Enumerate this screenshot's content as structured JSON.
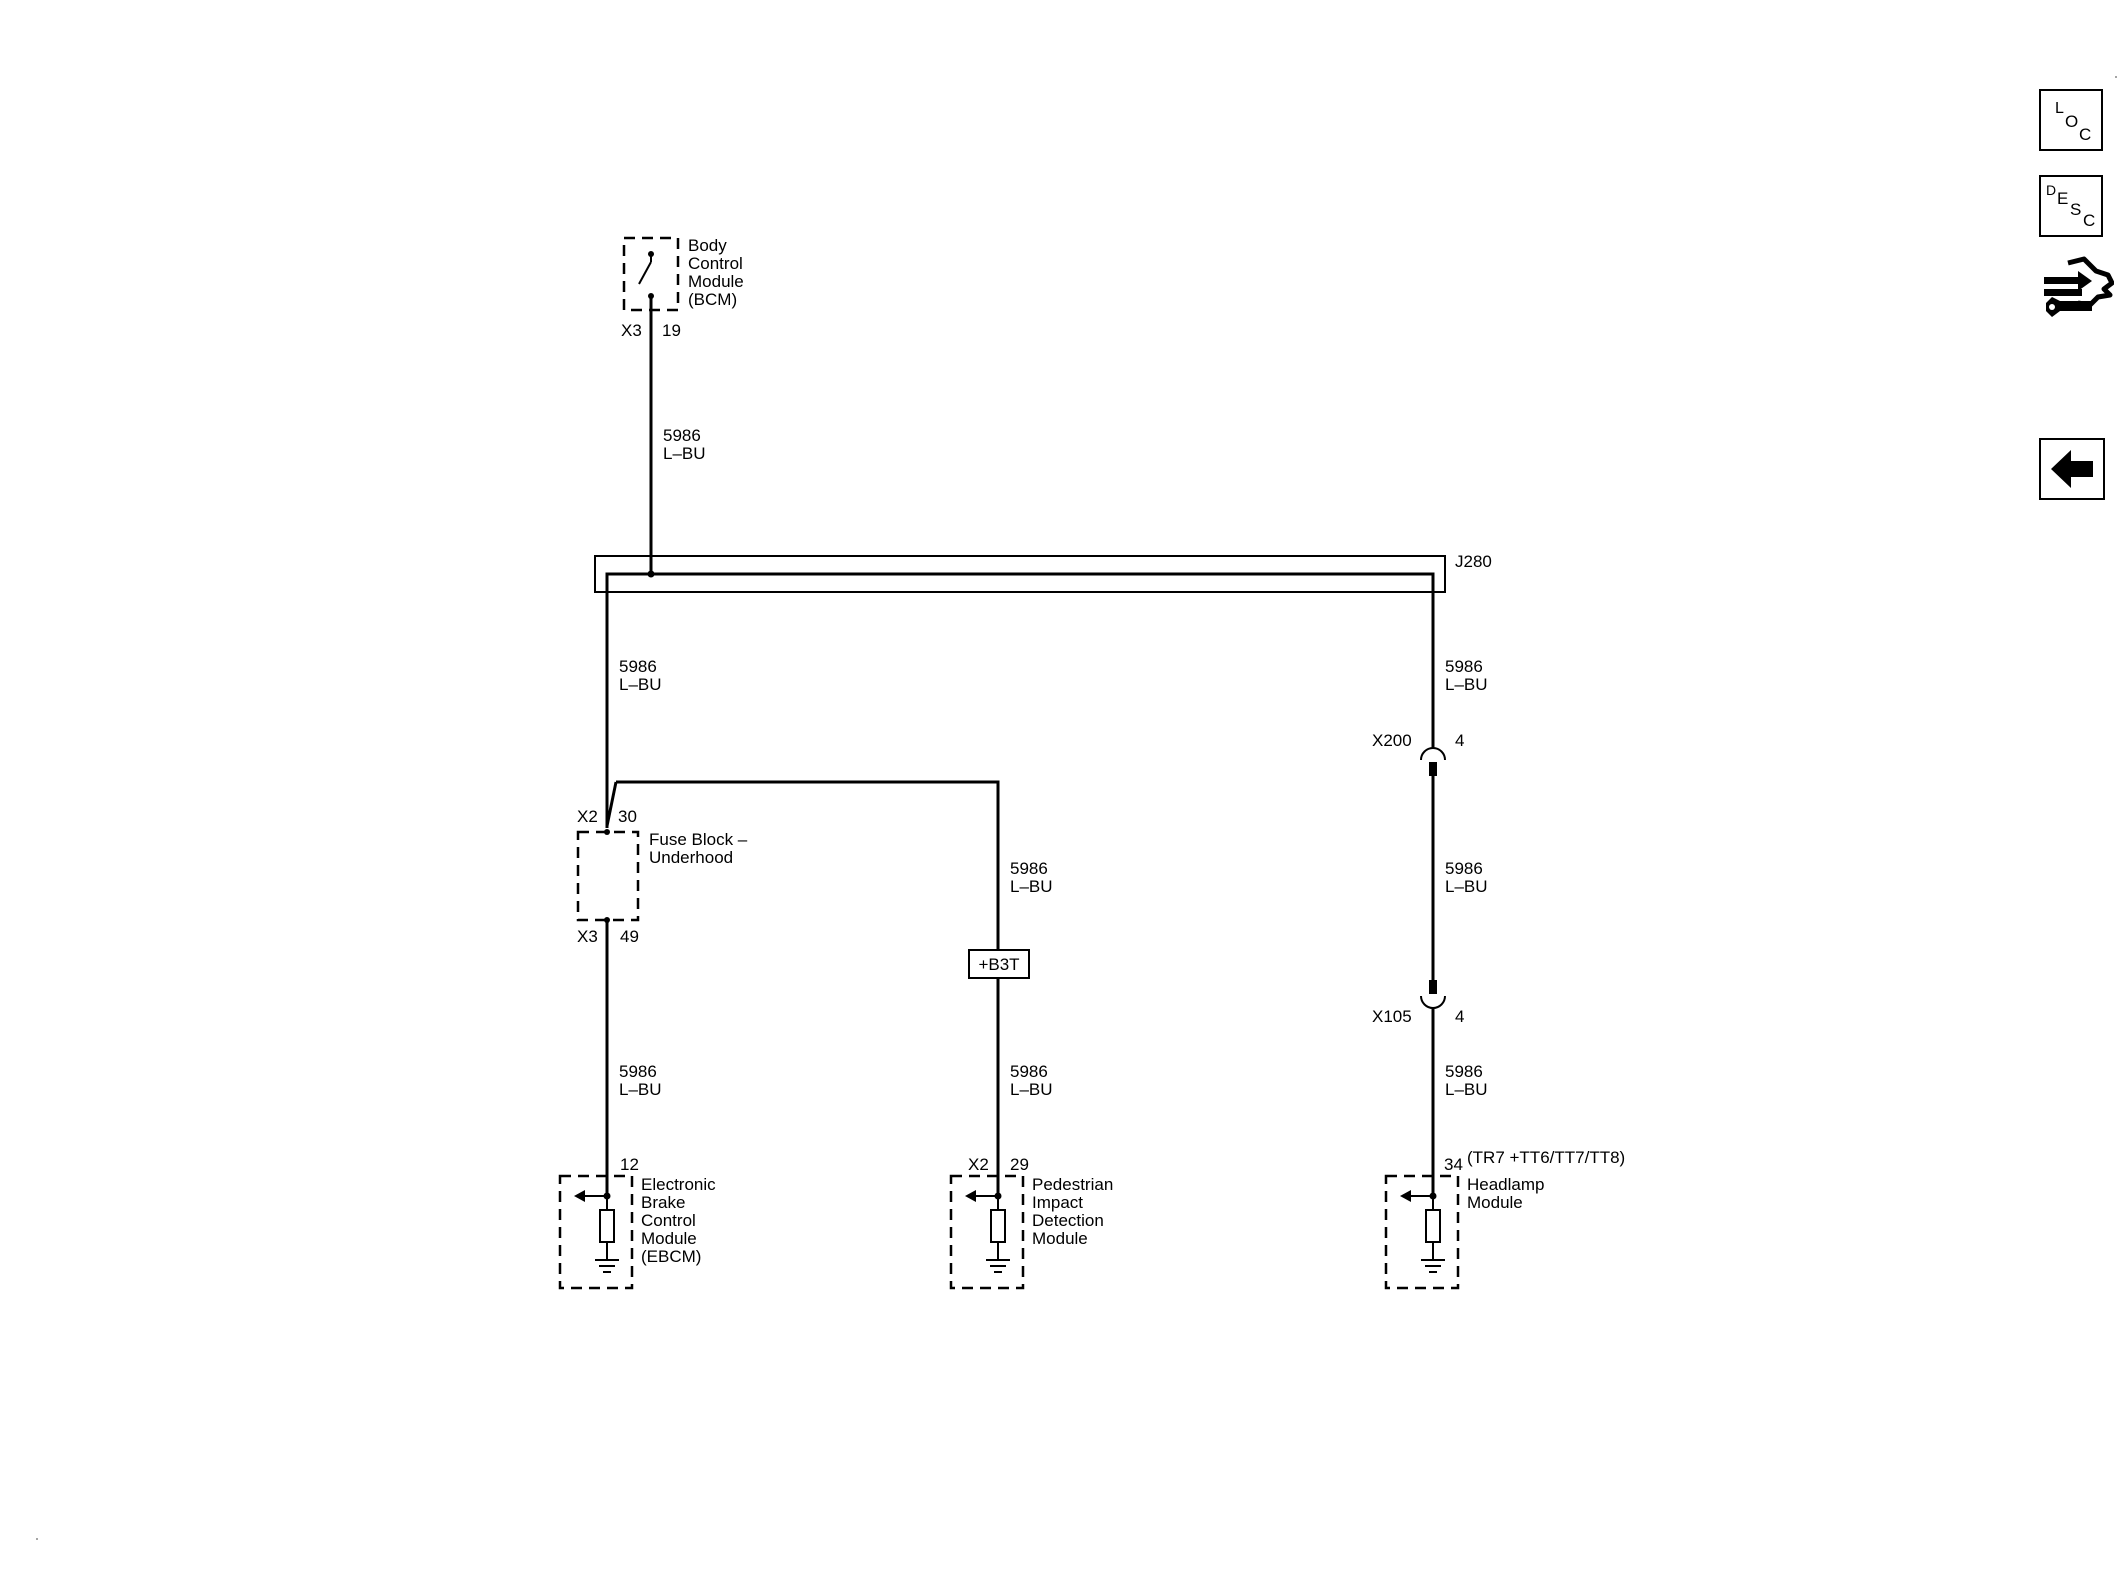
{
  "nav": {
    "loc": [
      "L",
      "O",
      "C"
    ],
    "desc": [
      "D",
      "E",
      "S",
      "C"
    ]
  },
  "wire": {
    "circuit": "5986",
    "color": "L–BU"
  },
  "components": {
    "bcm": {
      "lines": [
        "Body",
        "Control",
        "Module",
        "(BCM)"
      ],
      "connector": "X3",
      "pin": "19"
    },
    "splice": "J280",
    "fuse_block": {
      "lines": [
        "Fuse Block –",
        "Underhood"
      ],
      "top_connector": "X2",
      "top_pin": "30",
      "bottom_connector": "X3",
      "bottom_pin": "49"
    },
    "b3t": "+B3T",
    "x200": {
      "connector": "X200",
      "pin": "4"
    },
    "x105": {
      "connector": "X105",
      "pin": "4"
    },
    "ebcm": {
      "lines": [
        "Electronic",
        "Brake",
        "Control",
        "Module",
        "(EBCM)"
      ],
      "pin": "12"
    },
    "pidm": {
      "lines": [
        "Pedestrian",
        "Impact",
        "Detection",
        "Module"
      ],
      "connector": "X2",
      "pin": "29"
    },
    "headlamp": {
      "lines": [
        "Headlamp",
        "Module"
      ],
      "pin": "34",
      "option": "(TR7 +TT6/TT7/TT8)"
    }
  }
}
